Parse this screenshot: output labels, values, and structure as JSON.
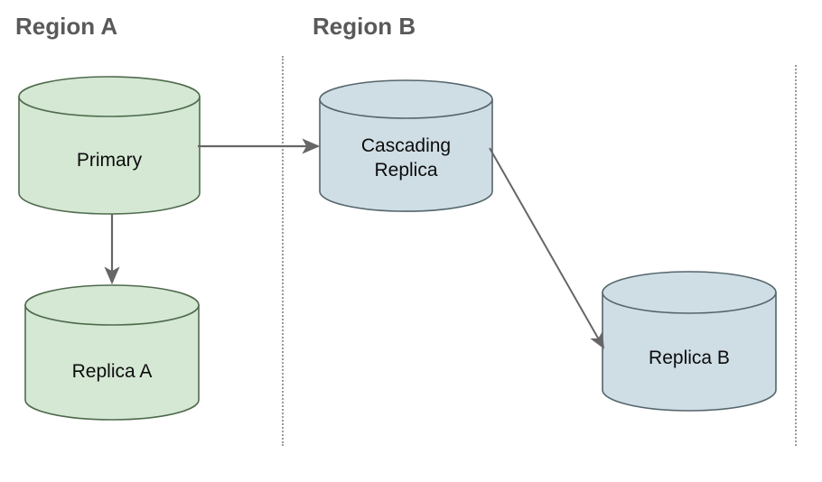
{
  "diagram": {
    "title_region_a": "Region A",
    "title_region_b": "Region B",
    "colors": {
      "green_fill": "#d5e8d4",
      "green_stroke": "#4f6b4d",
      "blue_fill": "#cfdde4",
      "blue_stroke": "#54656b",
      "arrow": "#666666",
      "divider": "#9a9a9a",
      "heading_text": "#595959",
      "node_text": "#0c0c0c"
    },
    "nodes": [
      {
        "id": "primary",
        "label": "Primary",
        "region": "Region A",
        "fill": "#d5e8d4",
        "stroke": "#4f6b4d"
      },
      {
        "id": "replica-a",
        "label": "Replica A",
        "region": "Region A",
        "fill": "#d5e8d4",
        "stroke": "#4f6b4d"
      },
      {
        "id": "cascading-replica",
        "label": "Cascading\nReplica",
        "region": "Region B",
        "fill": "#cfdde4",
        "stroke": "#54656b"
      },
      {
        "id": "replica-b",
        "label": "Replica B",
        "region": "Region B",
        "fill": "#cfdde4",
        "stroke": "#54656b"
      }
    ],
    "edges": [
      {
        "id": "primary-to-cascading",
        "from": "Primary",
        "to": "Cascading Replica",
        "label": "",
        "direction": "right"
      },
      {
        "id": "primary-to-replica-a",
        "from": "Primary",
        "to": "Replica A",
        "label": "",
        "direction": "down"
      },
      {
        "id": "cascading-to-replica-b",
        "from": "Cascading Replica",
        "to": "Replica B",
        "label": "",
        "direction": "diagonal-down-right"
      }
    ]
  }
}
